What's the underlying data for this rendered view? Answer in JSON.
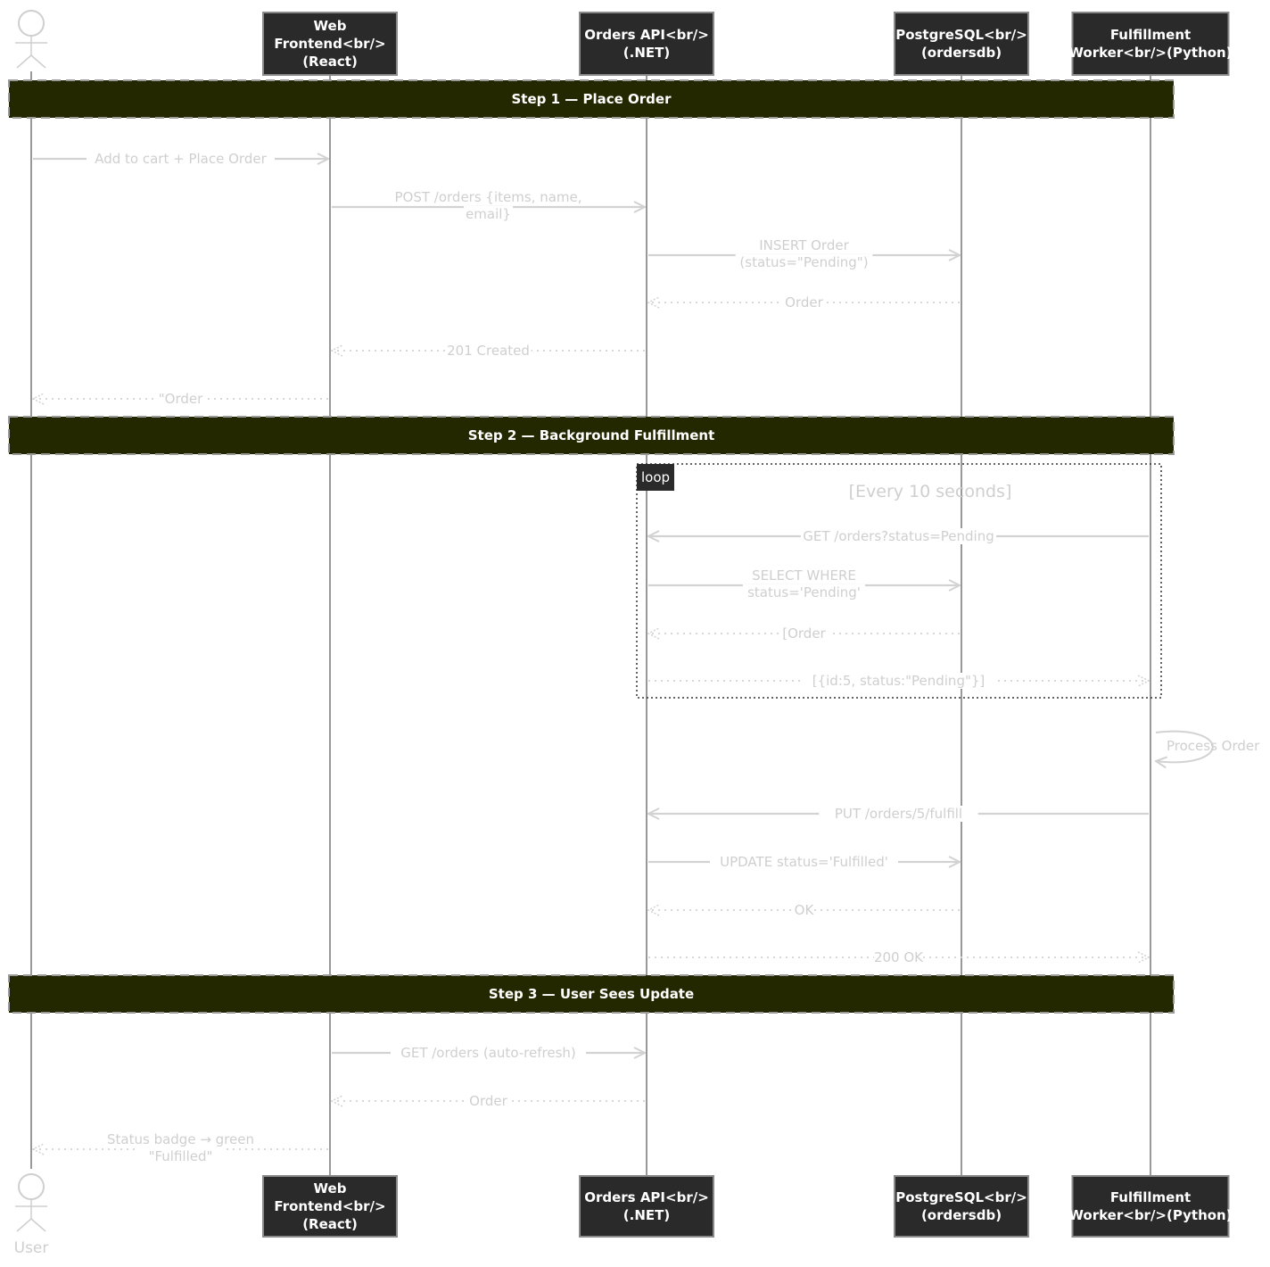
{
  "colors": {
    "participant_bg": "#2a2a2a",
    "participant_border": "#8a8a8a",
    "step_bg": "#242800",
    "step_border": "#9a9a9a",
    "lifeline": "#555555",
    "arrow": "#d2d2d2",
    "label": "#cfcfcf",
    "loop_border": "#333333",
    "loop_tag_bg": "#2a2a2a"
  },
  "actor": {
    "label": "User",
    "icon": "stick-figure-icon"
  },
  "participants": [
    {
      "id": "user",
      "lines": []
    },
    {
      "id": "web",
      "lines": [
        "Web",
        "Frontend<br/>",
        "(React)"
      ]
    },
    {
      "id": "api",
      "lines": [
        "Orders API<br/>",
        "(.NET)"
      ]
    },
    {
      "id": "db",
      "lines": [
        "PostgreSQL<br/>",
        "(ordersdb)"
      ]
    },
    {
      "id": "worker",
      "lines": [
        "Fulfillment",
        "Worker<br/>(Python)"
      ]
    }
  ],
  "steps": [
    {
      "label": "Step 1 — Place Order"
    },
    {
      "label": "Step 2 — Background Fulfillment"
    },
    {
      "label": "Step 3 — User Sees Update"
    }
  ],
  "loop": {
    "tag": "loop",
    "condition": "[Every 10 seconds]"
  },
  "messages": [
    {
      "from": "user",
      "to": "web",
      "lines": [
        "Add to cart + Place Order"
      ],
      "dashed": false
    },
    {
      "from": "web",
      "to": "api",
      "lines": [
        "POST /orders {items, name,",
        "email}"
      ],
      "dashed": false
    },
    {
      "from": "api",
      "to": "db",
      "lines": [
        "INSERT Order",
        "(status=\"Pending\")"
      ],
      "dashed": false
    },
    {
      "from": "db",
      "to": "api",
      "lines": [
        "Order"
      ],
      "dashed": true
    },
    {
      "from": "api",
      "to": "web",
      "lines": [
        "201 Created"
      ],
      "dashed": true
    },
    {
      "from": "web",
      "to": "user",
      "lines": [
        "\"Order"
      ],
      "dashed": true
    },
    {
      "from": "worker",
      "to": "api",
      "lines": [
        "GET /orders?status=Pending"
      ],
      "dashed": false
    },
    {
      "from": "api",
      "to": "db",
      "lines": [
        "SELECT WHERE",
        "status='Pending'"
      ],
      "dashed": false
    },
    {
      "from": "db",
      "to": "api",
      "lines": [
        "[Order"
      ],
      "dashed": true
    },
    {
      "from": "api",
      "to": "worker",
      "lines": [
        "[{id:5, status:\"Pending\"}]"
      ],
      "dashed": true
    },
    {
      "from": "worker",
      "to": "worker",
      "lines": [
        "Process Order"
      ],
      "dashed": false
    },
    {
      "from": "worker",
      "to": "api",
      "lines": [
        "PUT /orders/5/fulfill"
      ],
      "dashed": false
    },
    {
      "from": "api",
      "to": "db",
      "lines": [
        "UPDATE status='Fulfilled'"
      ],
      "dashed": false
    },
    {
      "from": "db",
      "to": "api",
      "lines": [
        "OK"
      ],
      "dashed": true
    },
    {
      "from": "api",
      "to": "worker",
      "lines": [
        "200 OK"
      ],
      "dashed": true
    },
    {
      "from": "web",
      "to": "api",
      "lines": [
        "GET /orders (auto-refresh)"
      ],
      "dashed": false
    },
    {
      "from": "api",
      "to": "web",
      "lines": [
        "Order"
      ],
      "dashed": true
    },
    {
      "from": "web",
      "to": "user",
      "lines": [
        "Status badge → green",
        "\"Fulfilled\""
      ],
      "dashed": true
    }
  ]
}
